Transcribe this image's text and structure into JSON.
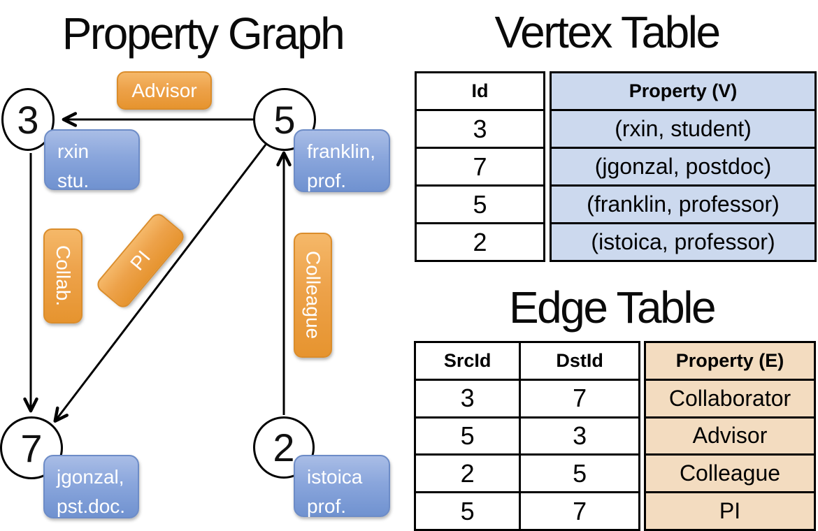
{
  "slide": {
    "graph": {
      "title": "Property Graph",
      "nodes": [
        {
          "id": "3",
          "property_line1": "rxin",
          "property_line2": "stu."
        },
        {
          "id": "5",
          "property_line1": "franklin,",
          "property_line2": "prof."
        },
        {
          "id": "7",
          "property_line1": "jgonzal,",
          "property_line2": "pst.doc."
        },
        {
          "id": "2",
          "property_line1": "istoica",
          "property_line2": "prof."
        }
      ],
      "edge_badges": {
        "advisor": "Advisor",
        "collab": "Collab.",
        "pi": "PI",
        "colleague": "Colleague"
      }
    },
    "vertex_table": {
      "title": "Vertex Table",
      "id_header": "Id",
      "property_header": "Property (V)",
      "rows": [
        {
          "id": "3",
          "property": "(rxin, student)"
        },
        {
          "id": "7",
          "property": "(jgonzal, postdoc)"
        },
        {
          "id": "5",
          "property": "(franklin, professor)"
        },
        {
          "id": "2",
          "property": "(istoica, professor)"
        }
      ]
    },
    "edge_table": {
      "title": "Edge Table",
      "src_header": "SrcId",
      "dst_header": "DstId",
      "property_header": "Property (E)",
      "rows": [
        {
          "src": "3",
          "dst": "7",
          "property": "Collaborator"
        },
        {
          "src": "5",
          "dst": "3",
          "property": "Advisor"
        },
        {
          "src": "2",
          "dst": "5",
          "property": "Colleague"
        },
        {
          "src": "5",
          "dst": "7",
          "property": "PI"
        }
      ]
    },
    "colors": {
      "vertex_cell_fill": "#ccd9ee",
      "edge_cell_fill": "#f3dcc0",
      "vertex_box_blue": "#7e9cd6",
      "edge_label_orange": "#eda24a",
      "line_black": "#000000"
    }
  }
}
